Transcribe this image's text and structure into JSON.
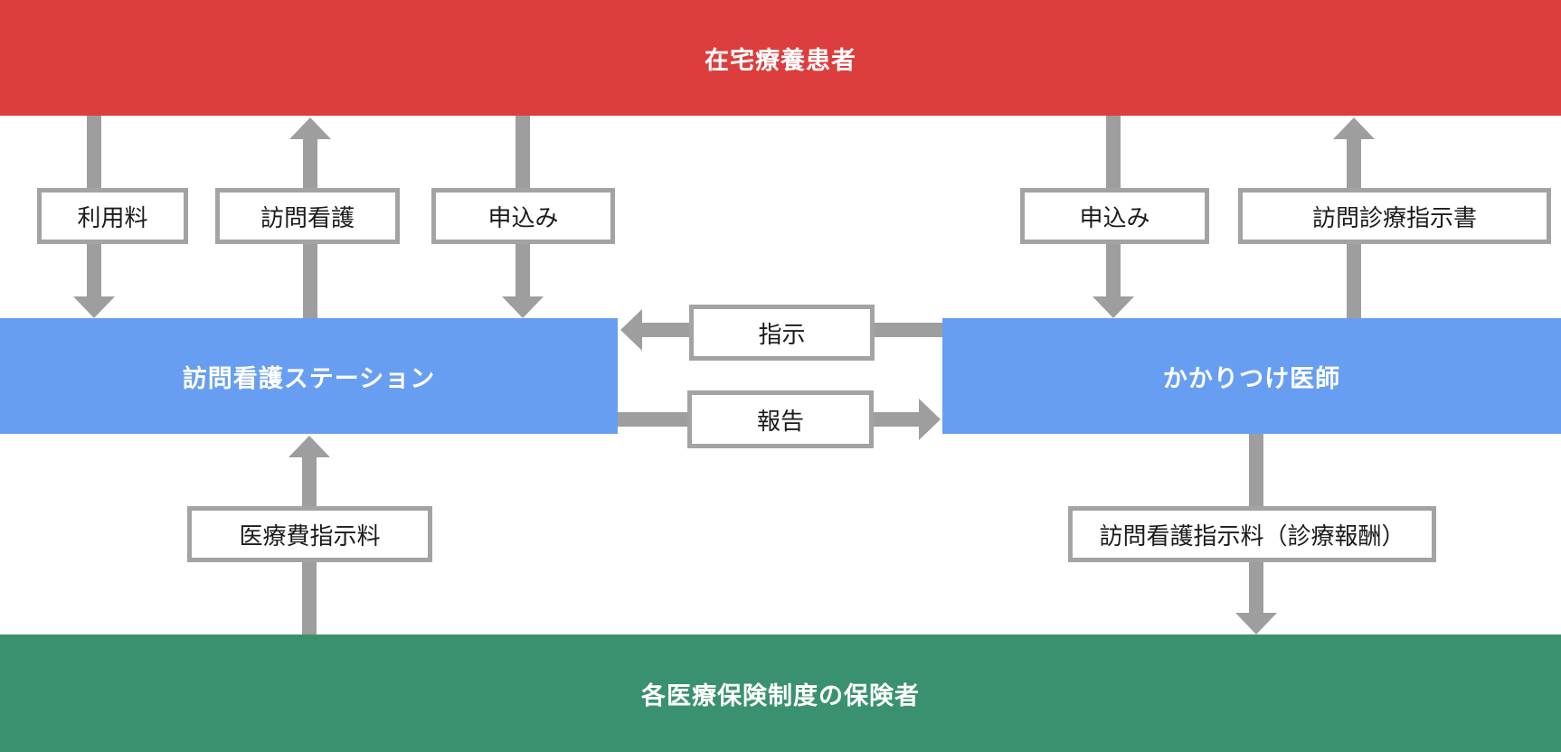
{
  "diagram": {
    "type": "flow-relationship-diagram",
    "nodes": {
      "patient": {
        "label": "在宅療養患者",
        "color": "#db3e3d"
      },
      "nursing_station": {
        "label": "訪問看護ステーション",
        "color": "#689ef1"
      },
      "doctor": {
        "label": "かかりつけ医師",
        "color": "#689ef1"
      },
      "insurer": {
        "label": "各医療保険制度の保険者",
        "color": "#3a9170"
      }
    },
    "edges": [
      {
        "from": "patient",
        "to": "nursing_station",
        "label": "利用料",
        "direction": "down"
      },
      {
        "from": "nursing_station",
        "to": "patient",
        "label": "訪問看護",
        "direction": "up"
      },
      {
        "from": "patient",
        "to": "nursing_station",
        "label": "申込み",
        "direction": "down"
      },
      {
        "from": "patient",
        "to": "doctor",
        "label": "申込み",
        "direction": "down"
      },
      {
        "from": "doctor",
        "to": "patient",
        "label": "訪問診療指示書",
        "direction": "up"
      },
      {
        "from": "doctor",
        "to": "nursing_station",
        "label": "指示",
        "direction": "left"
      },
      {
        "from": "nursing_station",
        "to": "doctor",
        "label": "報告",
        "direction": "right"
      },
      {
        "from": "insurer",
        "to": "nursing_station",
        "label": "医療費指示料",
        "direction": "up"
      },
      {
        "from": "doctor",
        "to": "insurer",
        "label": "訪問看護指示料（診療報酬）",
        "direction": "down"
      }
    ],
    "colors": {
      "arrow": "#9e9e9e",
      "label_box_border": "#a3a3a3",
      "label_text": "#1b1b1b",
      "node_text": "#ffffff"
    }
  }
}
